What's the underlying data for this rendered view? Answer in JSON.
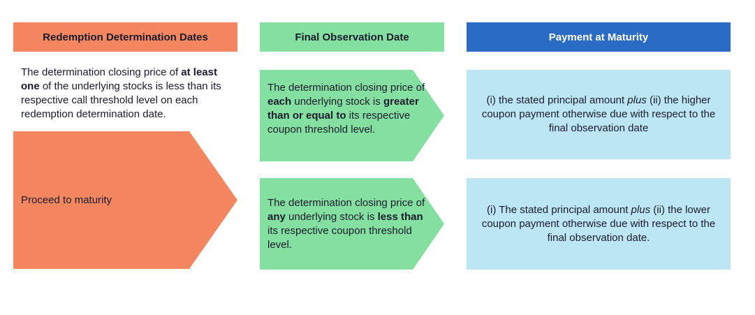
{
  "headers": {
    "redemption": "Redemption Determination Dates",
    "final_observation": "Final Observation Date",
    "payment": "Payment at Maturity"
  },
  "condition_redemption": {
    "part1": "The determination closing price of ",
    "bold1": "at least one",
    "part2": " of the underlying stocks is less than its respective call threshold level on each redemption determination date."
  },
  "proceed_label": "Proceed to maturity",
  "condition_greater": {
    "part1": "The determination closing price of ",
    "bold1": "each",
    "part2": " underlying stock is ",
    "bold2": "greater than or equal to",
    "part3": " its respective coupon threshold level."
  },
  "condition_less": {
    "part1": "The determination closing price of ",
    "bold1": "any",
    "part2": " underlying stock is ",
    "bold2": "less than",
    "part3": " its respective coupon threshold level."
  },
  "payment_higher": {
    "part1": "(i) the stated principal amount ",
    "italic1": "plus",
    "part2": " (ii) the higher coupon payment otherwise due with respect to the final observation date"
  },
  "payment_lower": {
    "part1": "(i) The stated principal amount ",
    "italic1": "plus",
    "part2": " (ii) the lower coupon payment otherwise due with respect to the final observation date."
  },
  "colors": {
    "orange": "#f4875f",
    "green": "#84e0a0",
    "blue_header": "#2a6cc4",
    "light_blue": "#bde6f3"
  }
}
